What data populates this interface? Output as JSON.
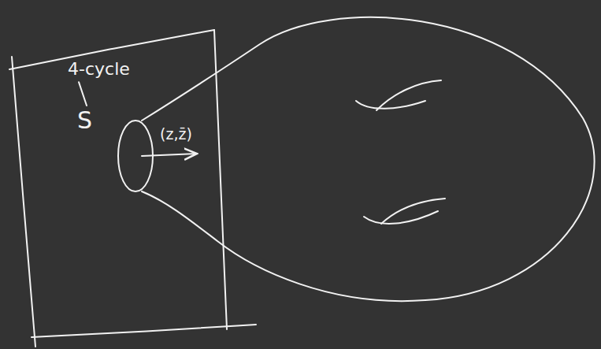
{
  "diagram": {
    "nodes": [
      {
        "text": [
          "4-cycle",
          "S"
        ]
      }
    ],
    "labels": [
      "(z,z̄)"
    ]
  }
}
